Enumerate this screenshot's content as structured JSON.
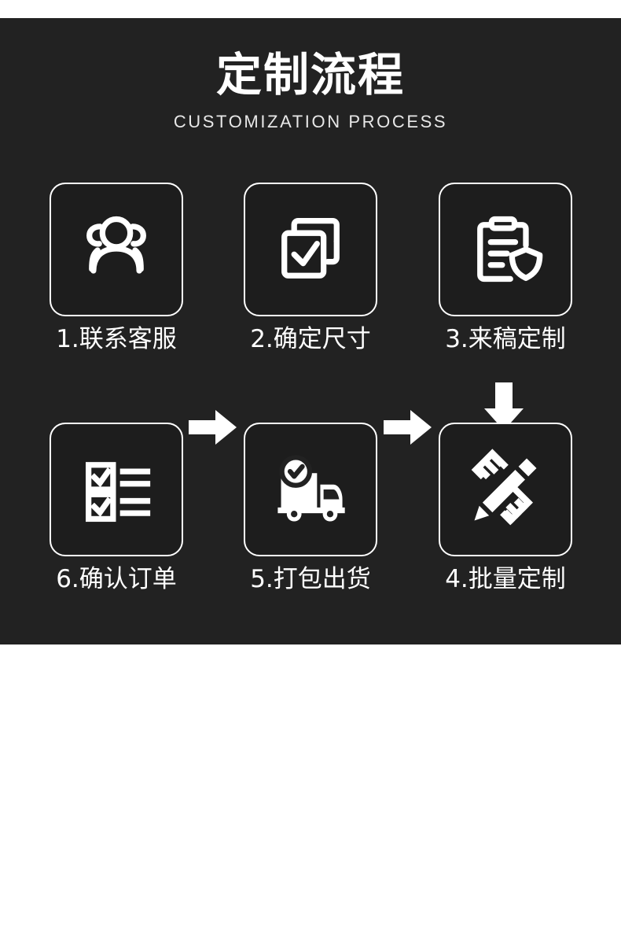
{
  "header": {
    "title_cn": "定制流程",
    "title_en": "CUSTOMIZATION PROCESS"
  },
  "theme": {
    "background": "#222222",
    "foreground": "#ffffff",
    "box_fill": "#1d1d1d",
    "top_strip": "#ffffff"
  },
  "steps": [
    {
      "number": "1.",
      "label": "1.联系客服",
      "icon": "people-group-icon"
    },
    {
      "number": "2.",
      "label": "2.确定尺寸",
      "icon": "copy-check-icon"
    },
    {
      "number": "3.",
      "label": "3.来稿定制",
      "icon": "clipboard-shield-icon"
    },
    {
      "number": "4.",
      "label": "4.批量定制",
      "icon": "pencil-ruler-icon"
    },
    {
      "number": "5.",
      "label": "5.打包出货",
      "icon": "delivery-truck-check-icon"
    },
    {
      "number": "6.",
      "label": "6.确认订单",
      "icon": "checklist-icon"
    }
  ],
  "arrows": [
    {
      "name": "arrow-step1-to-step2",
      "direction": "right"
    },
    {
      "name": "arrow-step2-to-step3",
      "direction": "right"
    },
    {
      "name": "arrow-step3-to-step4",
      "direction": "down"
    },
    {
      "name": "arrow-step4-to-step5",
      "direction": "left"
    },
    {
      "name": "arrow-step5-to-step6",
      "direction": "left"
    }
  ]
}
